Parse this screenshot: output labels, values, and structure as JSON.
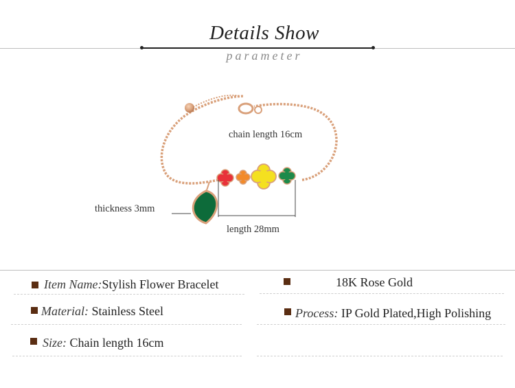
{
  "header": {
    "title": "Details Show",
    "subtitle": "parameter"
  },
  "dimensions": {
    "chain_length": "chain length 16cm",
    "thickness": "thickness 3mm",
    "length": "length 28mm"
  },
  "specs": {
    "item_name_label": "Item Name:",
    "item_name_value": "Stylish Flower Bracelet",
    "material_label": "Material:",
    "material_value": "Stainless Steel",
    "size_label": "Size:",
    "size_value": "Chain length 16cm",
    "gold_value": "18K Rose Gold",
    "process_label": "Process:",
    "process_value": "IP Gold Plated,High Polishing"
  },
  "colors": {
    "rose_gold": "#d9a07a",
    "bullet": "#5a2d12",
    "enamel_red": "#e8323a",
    "enamel_orange": "#f28a2a",
    "enamel_yellow": "#f4e020",
    "enamel_green": "#1d8a4a"
  }
}
